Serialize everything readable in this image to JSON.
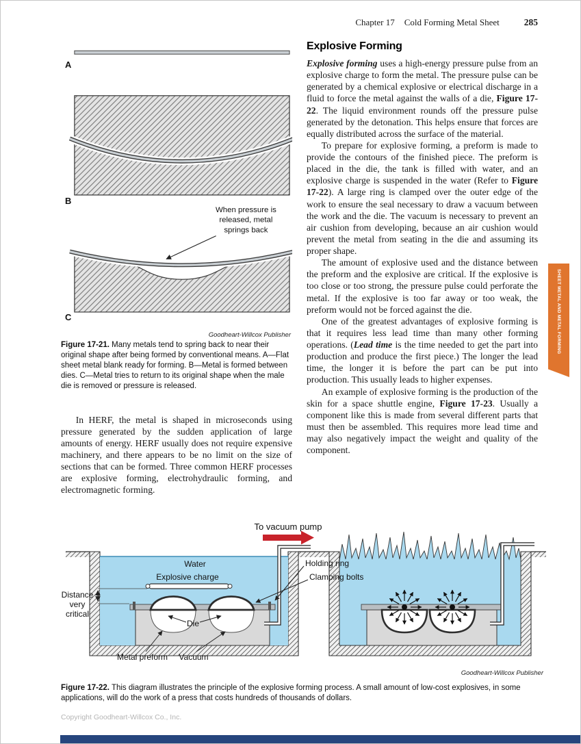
{
  "header": {
    "chapter": "Chapter 17",
    "title": "Cold Forming Metal Sheet",
    "page_number": "285"
  },
  "side_tab": {
    "label": "SHEET METAL AND METAL FORMING"
  },
  "figure_21": {
    "label_a": "A",
    "label_b": "B",
    "label_c": "C",
    "annotation_lines": [
      "When pressure is",
      "released, metal",
      "springs back"
    ],
    "credit": "Goodheart-Willcox Publisher",
    "caption_label": "Figure 17-21.",
    "caption_text": " Many metals tend to spring back to near their original shape after being formed by conventional means. A—Flat sheet metal blank ready for forming. B—Metal is formed between dies. C—Metal tries to return to its original shape when the male die is removed or pressure is released."
  },
  "left_column": {
    "herf_paragraph": "In HERF, the metal is shaped in microseconds using pressure generated by the sudden application of large amounts of energy. HERF usually does not require expensive machinery, and there appears to be no limit on the size of sections that can be formed. Three common HERF processes are explosive forming, electrohydraulic forming, and electromagnetic forming."
  },
  "right_column": {
    "heading": "Explosive Forming",
    "p1": {
      "lead": "Explosive forming",
      "s1": " uses a high-energy pressure pulse from an explosive charge to form the metal. The pressure pulse can be generated by a chemical explosive or electrical discharge in a fluid to force the metal against the walls of a die, ",
      "ref": "Figure 17-22",
      "s2": ". The liquid environment rounds off the pressure pulse generated by the detonation. This helps ensure that forces are equally distributed across the surface of the material."
    },
    "p2": {
      "s1": "To prepare for explosive forming, a preform is made to provide the contours of the finished piece. The preform is placed in the die, the tank is filled with water, and an explosive charge is suspended in the water (Refer to ",
      "ref": "Figure 17-22",
      "s2": "). A large ring is clamped over the outer edge of the work to ensure the seal necessary to draw a vacuum between the work and the die. The vacuum is necessary to prevent an air cushion from developing, because an air cushion would prevent the metal from seating in the die and assuming its proper shape."
    },
    "p3": "The amount of explosive used and the distance between the preform and the explosive are critical. If the explosive is too close or too strong, the pressure pulse could perforate the metal. If the explosive is too far away or too weak, the preform would not be forced against the die.",
    "p4": {
      "s1": "One of the greatest advantages of explosive forming is that it requires less lead time than many other forming operations. (",
      "lead": "Lead time",
      "s2": " is the time needed to get the part into production and produce the first piece.) The longer the lead time, the longer it is before the part can be put into production. This usually leads to higher expenses."
    },
    "p5": {
      "s1": "An example of explosive forming is the production of the skin for a space shuttle engine, ",
      "ref": "Figure 17-23",
      "s2": ". Usually a component like this is made from several different parts that must then be assembled. This requires more lead time and may also negatively impact the weight and quality of the component."
    }
  },
  "figure_22": {
    "labels": {
      "vacuum_pump": "To vacuum pump",
      "water": "Water",
      "holding_ring": "Holding ring",
      "clamping_bolts": "Clamping bolts",
      "explosive_charge": "Explosive charge",
      "distance": [
        "Distance",
        "very",
        "critical"
      ],
      "die": "Die",
      "metal_preform": "Metal preform",
      "vacuum": "Vacuum"
    },
    "credit": "Goodheart-Willcox Publisher",
    "caption_label": "Figure 17-22.",
    "caption_text": " This diagram illustrates the principle of the explosive forming process. A small amount of low-cost explosives, in some applications, will do the work of a press that costs hundreds of thousands of dollars."
  },
  "footer": {
    "copyright": "Copyright Goodheart-Willcox Co., Inc."
  },
  "colors": {
    "water": "#a9d9ef",
    "die_fill": "#d9d9d9",
    "tab_orange": "#e0752e",
    "arrow_red": "#c8232b",
    "bottom_bar": "#26457d"
  }
}
